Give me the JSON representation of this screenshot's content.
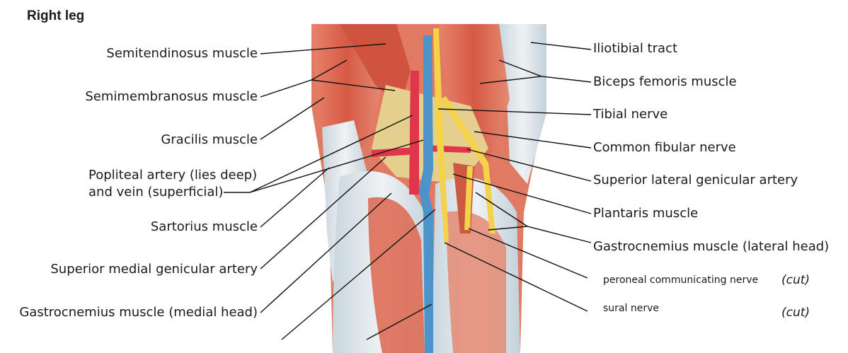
{
  "title": "Right leg",
  "labels_left": {
    "semitendinosus": "Semitendinosus muscle",
    "semimembranosus": "Semimembranosus muscle",
    "gracilis": "Gracilis muscle",
    "popliteal_line1": "Popliteal artery (lies deep)",
    "popliteal_line2": "and vein (superficial)",
    "sartorius": "Sartorius muscle",
    "sup_medial_genicular": "Superior medial genicular artery",
    "gastroc_medial": "Gastrocnemius muscle (medial head)"
  },
  "labels_right": {
    "iliotibial": "Iliotibial tract",
    "biceps_femoris": "Biceps femoris muscle",
    "tibial_nerve": "Tibial nerve",
    "common_fibular": "Common fibular nerve",
    "sup_lateral_genicular": "Superior lateral genicular artery",
    "plantaris": "Plantaris muscle",
    "gastroc_lateral": "Gastrocnemius muscle (lateral head)",
    "peroneal_comm": "peroneal communicating nerve",
    "sural": "sural nerve"
  },
  "cut_note": "(cut)",
  "colors": {
    "muscle": "#d9604a",
    "muscle_light": "#ec9a86",
    "tendon": "#d9e2e8",
    "artery": "#e0354a",
    "vein": "#4b93c9",
    "nerve": "#f4d24a",
    "fat": "#e6d49a",
    "leader": "#111111"
  }
}
